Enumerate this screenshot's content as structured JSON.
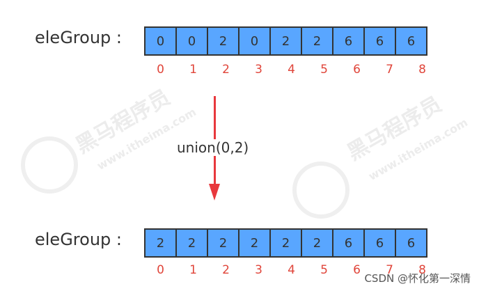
{
  "top": {
    "label": "eleGroup :",
    "values": [
      "0",
      "0",
      "2",
      "0",
      "2",
      "2",
      "6",
      "6",
      "6"
    ],
    "indices": [
      "0",
      "1",
      "2",
      "3",
      "4",
      "5",
      "6",
      "7",
      "8"
    ]
  },
  "operation": "union(0,2)",
  "bottom": {
    "label": "eleGroup :",
    "values": [
      "2",
      "2",
      "2",
      "2",
      "2",
      "2",
      "6",
      "6",
      "6"
    ],
    "indices": [
      "0",
      "1",
      "2",
      "3",
      "4",
      "5",
      "6",
      "7",
      "8"
    ]
  },
  "watermark": {
    "brand": "黑马程序员",
    "url": "www.itheima.com"
  },
  "credit": "CSDN @怀化第一深情",
  "colors": {
    "cell_fill": "#59a6ff",
    "index_text": "#e0453a",
    "arrow": "#e8383d"
  }
}
